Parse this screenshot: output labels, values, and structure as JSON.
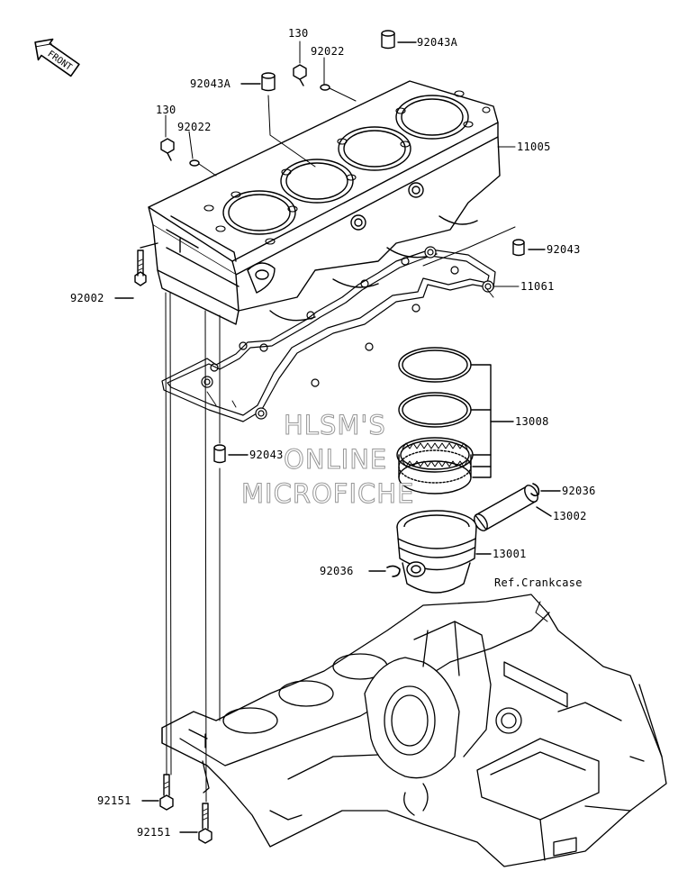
{
  "front_badge": "FRONT",
  "watermark": {
    "line1": "HLSM'S",
    "line2": "ONLINE",
    "line3": "MICROFICHE"
  },
  "reference_note": "Ref.Crankcase",
  "callouts": {
    "c130_a": "130",
    "c92022_a": "92022",
    "c92043A_a": "92043A",
    "c92043A_b": "92043A",
    "c130_b": "130",
    "c92022_b": "92022",
    "c11005": "11005",
    "c92043_a": "92043",
    "c92002": "92002",
    "c11061": "11061",
    "c13008": "13008",
    "c92043_b": "92043",
    "c92036_a": "92036",
    "c13002": "13002",
    "c13001": "13001",
    "c92036_b": "92036",
    "c92151_a": "92151",
    "c92151_b": "92151"
  }
}
